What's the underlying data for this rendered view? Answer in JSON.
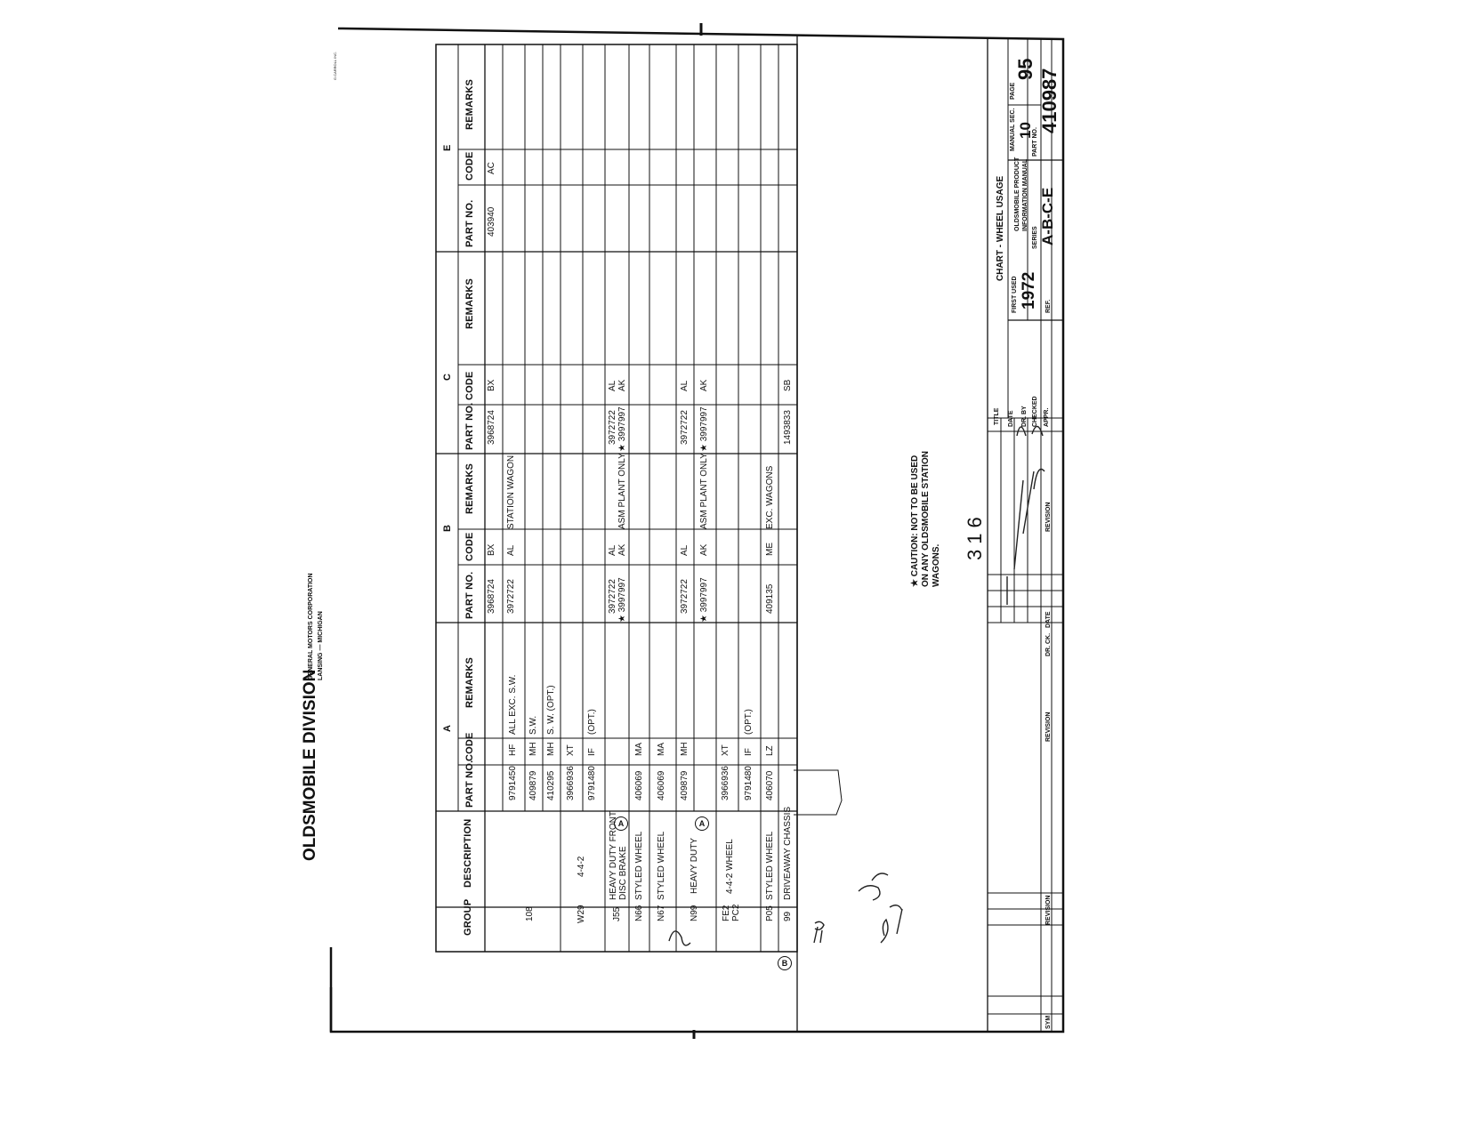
{
  "header": {
    "company": "OLDSMOBILE DIVISION",
    "corp_line1": "GENERAL MOTORS CORPORATION",
    "corp_line2": "LANSING — MICHIGAN",
    "form_id": "G.CARROLL INC."
  },
  "table": {
    "sections": [
      "A",
      "B",
      "C",
      "E"
    ],
    "columns": {
      "group": "GROUP",
      "description": "DESCRIPTION",
      "part_no": "PART NO.",
      "code": "CODE",
      "remarks": "REMARKS"
    },
    "rows": [
      {
        "group": "",
        "desc": "",
        "a": {
          "part": "",
          "code": "",
          "rem": ""
        },
        "b": {
          "part": "3968724",
          "code": "BX",
          "rem": ""
        },
        "c": {
          "part": "3968724",
          "code": "BX",
          "rem": ""
        },
        "e": {
          "part": "403940",
          "code": "AC",
          "rem": ""
        }
      },
      {
        "group": "",
        "desc": "",
        "a": {
          "part": "9791450",
          "code": "HF",
          "rem": "ALL EXC. S.W."
        },
        "b": {
          "part": "3972722",
          "code": "AL",
          "rem": "STATION WAGON"
        },
        "c": {
          "part": "",
          "code": "",
          "rem": ""
        },
        "e": {
          "part": "",
          "code": "",
          "rem": ""
        }
      },
      {
        "group": "",
        "desc": "",
        "a": {
          "part": "409879",
          "code": "MH",
          "rem": "S.W."
        },
        "b": {
          "part": "",
          "code": "",
          "rem": ""
        },
        "c": {
          "part": "",
          "code": "",
          "rem": ""
        },
        "e": {
          "part": "",
          "code": "",
          "rem": ""
        }
      },
      {
        "group": "",
        "desc": "",
        "a": {
          "part": "410295",
          "code": "MH",
          "rem": "S. W. (OPT.)"
        },
        "b": {
          "part": "",
          "code": "",
          "rem": ""
        },
        "c": {
          "part": "",
          "code": "",
          "rem": ""
        },
        "e": {
          "part": "",
          "code": "",
          "rem": ""
        }
      },
      {
        "group": "",
        "desc": "",
        "a": {
          "part": "3966936",
          "code": "XT",
          "rem": ""
        },
        "b": {
          "part": "",
          "code": "",
          "rem": ""
        },
        "c": {
          "part": "",
          "code": "",
          "rem": ""
        },
        "e": {
          "part": "",
          "code": "",
          "rem": ""
        }
      },
      {
        "group": "",
        "desc": "",
        "a": {
          "part": "9791480",
          "code": "IF",
          "rem": "(OPT.)"
        },
        "b": {
          "part": "",
          "code": "",
          "rem": ""
        },
        "c": {
          "part": "",
          "code": "",
          "rem": ""
        },
        "e": {
          "part": "",
          "code": "",
          "rem": ""
        }
      },
      {
        "group": "",
        "desc": "",
        "a": {
          "part": "",
          "code": "",
          "rem": ""
        },
        "b": {
          "part": "3972722",
          "code": "AL",
          "rem": ""
        },
        "c": {
          "part": "3972722",
          "code": "AL",
          "rem": ""
        },
        "e": {
          "part": "",
          "code": "",
          "rem": ""
        }
      },
      {
        "group": "",
        "desc": "",
        "a": {
          "part": "",
          "code": "",
          "rem": ""
        },
        "b": {
          "part": "★ 3997997",
          "code": "AK",
          "rem": "ASM PLANT ONLY"
        },
        "c": {
          "part": "★ 3997997",
          "code": "AK",
          "rem": ""
        },
        "e": {
          "part": "",
          "code": "",
          "rem": ""
        }
      },
      {
        "group": "N66",
        "desc": "STYLED WHEEL",
        "a": {
          "part": "406069",
          "code": "MA",
          "rem": ""
        },
        "b": {
          "part": "",
          "code": "",
          "rem": ""
        },
        "c": {
          "part": "",
          "code": "",
          "rem": ""
        },
        "e": {
          "part": "",
          "code": "",
          "rem": ""
        }
      },
      {
        "group": "N67",
        "desc": "STYLED WHEEL",
        "a": {
          "part": "406069",
          "code": "MA",
          "rem": ""
        },
        "b": {
          "part": "",
          "code": "",
          "rem": ""
        },
        "c": {
          "part": "",
          "code": "",
          "rem": ""
        },
        "e": {
          "part": "",
          "code": "",
          "rem": ""
        }
      },
      {
        "group": "",
        "desc": "",
        "a": {
          "part": "409879",
          "code": "MH",
          "rem": ""
        },
        "b": {
          "part": "3972722",
          "code": "AL",
          "rem": ""
        },
        "c": {
          "part": "3972722",
          "code": "AL",
          "rem": ""
        },
        "e": {
          "part": "",
          "code": "",
          "rem": ""
        }
      },
      {
        "group": "",
        "desc": "",
        "a": {
          "part": "",
          "code": "",
          "rem": ""
        },
        "b": {
          "part": "★ 3997997",
          "code": "AK",
          "rem": "ASM PLANT ONLY"
        },
        "c": {
          "part": "★ 3997997",
          "code": "AK",
          "rem": ""
        },
        "e": {
          "part": "",
          "code": "",
          "rem": ""
        }
      },
      {
        "group": "",
        "desc": "",
        "a": {
          "part": "3966936",
          "code": "XT",
          "rem": ""
        },
        "b": {
          "part": "",
          "code": "",
          "rem": ""
        },
        "c": {
          "part": "",
          "code": "",
          "rem": ""
        },
        "e": {
          "part": "",
          "code": "",
          "rem": ""
        }
      },
      {
        "group": "",
        "desc": "",
        "a": {
          "part": "9791480",
          "code": "IF",
          "rem": "(OPT.)"
        },
        "b": {
          "part": "",
          "code": "",
          "rem": ""
        },
        "c": {
          "part": "",
          "code": "",
          "rem": ""
        },
        "e": {
          "part": "",
          "code": "",
          "rem": ""
        }
      },
      {
        "group": "P05",
        "desc": "STYLED WHEEL",
        "a": {
          "part": "406070",
          "code": "LZ",
          "rem": ""
        },
        "b": {
          "part": "409135",
          "code": "ME",
          "rem": "EXC. WAGONS"
        },
        "c": {
          "part": "",
          "code": "",
          "rem": ""
        },
        "e": {
          "part": "",
          "code": "",
          "rem": ""
        }
      },
      {
        "group": "99",
        "desc": "DRIVEAWAY CHASSIS",
        "a": {
          "part": "",
          "code": "",
          "rem": ""
        },
        "b": {
          "part": "",
          "code": "",
          "rem": ""
        },
        "c": {
          "part": "1493833",
          "code": "SB",
          "rem": ""
        },
        "e": {
          "part": "",
          "code": "",
          "rem": ""
        }
      }
    ],
    "merged": {
      "g108": "108",
      "gw29": "W29",
      "gj55": "J55",
      "gn99": "N99",
      "gfe2a": "FE2",
      "gfe2b": "PC2",
      "d442a": "4-4-2",
      "dhd1": "HEAVY DUTY FRONT",
      "dhd2": "DISC BRAKE",
      "dheavy": "HEAVY DUTY",
      "d442b": "4-4-2 WHEEL"
    },
    "markers": {
      "circle_a": "A",
      "circle_b": "B"
    }
  },
  "caution": {
    "line1": "★ CAUTION: NOT TO BE USED",
    "line2": "ON ANY OLDSMOBILE STATION",
    "line3": "WAGONS."
  },
  "page_number_stamp": "316",
  "revision_block": {
    "revision_label": "REVISION",
    "dr_label": "DR.",
    "ck_label": "CK.",
    "date_label": "DATE",
    "sym_label": "SYM"
  },
  "title_block": {
    "title_label": "TITLE",
    "title": "CHART - WHEEL USAGE",
    "date_label": "DATE",
    "dr_by_label": "DR. BY",
    "checked_label": "CHECKED",
    "appr_label": "APPR.",
    "first_used_label": "FIRST USED",
    "first_used": "1972",
    "ref_label": "REF.",
    "manual_label_1": "OLDSMOBILE PRODUCT",
    "manual_label_2": "INFORMATION MANUAL",
    "series_label": "SERIES",
    "series": "A-B-C-E",
    "manual_sec_label": "MANUAL SEC.",
    "manual_sec": "10",
    "page_label": "PAGE",
    "page": "95",
    "part_no_label": "PART NO.",
    "part_no": "410987"
  }
}
